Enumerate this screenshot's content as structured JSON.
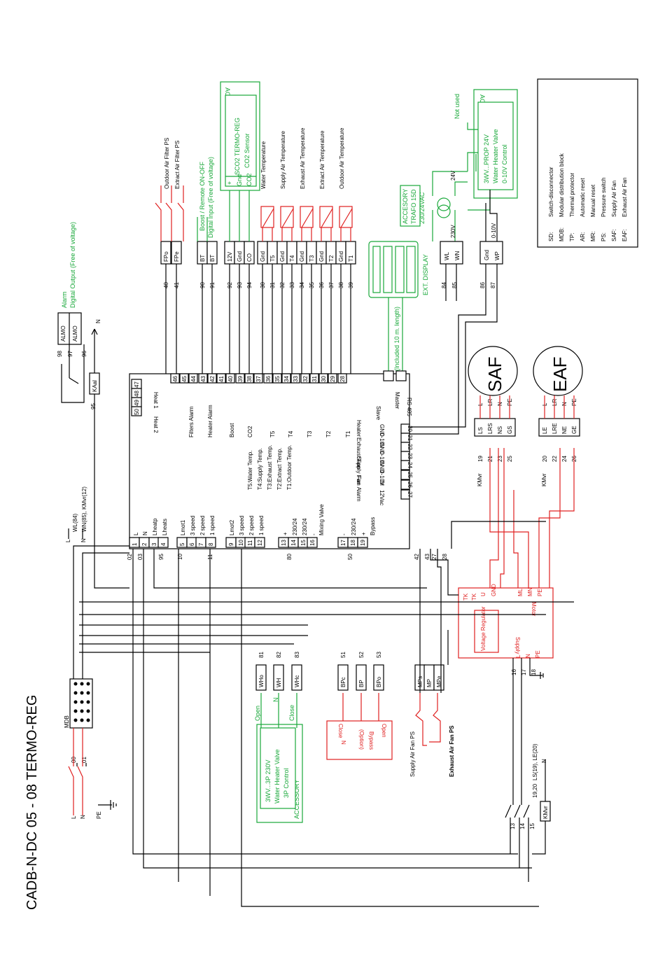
{
  "title": "CADB-N-DC 05 - 08 TERMO-REG",
  "legend": [
    {
      "abbr": "SD:",
      "desc": "Switch-disconnector"
    },
    {
      "abbr": "MDB:",
      "desc": "Modular distribution block"
    },
    {
      "abbr": "TP:",
      "desc": "Thermal protector"
    },
    {
      "abbr": "AR:",
      "desc": "Automatic reset"
    },
    {
      "abbr": "MR:",
      "desc": "Manual reset"
    },
    {
      "abbr": "PS:",
      "desc": "Pressure switch"
    },
    {
      "abbr": "SAF:",
      "desc": "Supply Air Fan"
    },
    {
      "abbr": "EAF:",
      "desc": "Exhaust Air Fan"
    }
  ],
  "fans": {
    "saf": "SAF",
    "eaf": "EAF"
  },
  "inputs": [
    {
      "term": "40",
      "pin": "FPo",
      "label": "Outdoor Air Filter PS"
    },
    {
      "term": "41",
      "pin": "FPe",
      "label": "Extract Air Filter PS"
    },
    {
      "term": "90",
      "pin": "BT",
      "label": ""
    },
    {
      "term": "91",
      "pin": "BT",
      "label": ""
    },
    {
      "term": "92",
      "pin": "12V",
      "label": ""
    },
    {
      "term": "93",
      "pin": "Gnd",
      "label": ""
    },
    {
      "term": "94",
      "pin": "CO",
      "label": ""
    },
    {
      "term": "30",
      "pin": "Gnd",
      "label": "Water Temperature"
    },
    {
      "term": "31",
      "pin": "T5",
      "label": ""
    },
    {
      "term": "32",
      "pin": "Gnd",
      "label": "Supply Air Temperature"
    },
    {
      "term": "33",
      "pin": "T4",
      "label": ""
    },
    {
      "term": "34",
      "pin": "Gnd",
      "label": "Exhaust Air Temperature"
    },
    {
      "term": "35",
      "pin": "T3",
      "label": ""
    },
    {
      "term": "36",
      "pin": "Gnd",
      "label": "Extract Air Temperature"
    },
    {
      "term": "37",
      "pin": "T2",
      "label": ""
    },
    {
      "term": "38",
      "pin": "Gnd",
      "label": "Outdoor Air Temperature"
    },
    {
      "term": "39",
      "pin": "T1",
      "label": ""
    }
  ],
  "boost_label": "Boost / Remote ON-OFF",
  "boost_sub": "Digital Input (Free of voltage)",
  "sco2": {
    "title": "SCO2 TERMO-REG",
    "sub": "CO2 Sensor",
    "accessory": "ACCESSORY",
    "pins": [
      "+",
      "Gnd",
      "CO2"
    ]
  },
  "alarm": {
    "label": "Alarm",
    "sub": "Digital Output (Free of voltage)",
    "pins": [
      "ALMO",
      "ALMO"
    ],
    "terms": [
      "98",
      "97",
      "96",
      "95"
    ],
    "kaal": "KAal"
  },
  "ext_display": {
    "label": "EXT. DISPLAY",
    "cable": "(Included 10 m. length)",
    "rs485": "RS 485",
    "slave": "Slave",
    "master": "Master"
  },
  "trafo": {
    "label": "TRAFO 15D",
    "sub": "230/24VAC",
    "accessory": "ACCESORY",
    "v24": "24V",
    "v230": "230V",
    "pins": [
      "WL",
      "WN"
    ],
    "terms": [
      "84",
      "85"
    ]
  },
  "valve_prop": {
    "title": "3WV...PROP 24V",
    "sub1": "Water Heater Valve",
    "sub2": "0-10V Control",
    "accessory": "ACCESSORY",
    "not_used": "Not used",
    "pins": [
      "Gnd",
      "WP"
    ],
    "terms": [
      "86",
      "87"
    ],
    "v010": "0-10V"
  },
  "controller": {
    "top_terms": [
      "46",
      "45",
      "44",
      "43",
      "42",
      "41",
      "40",
      "39",
      "38",
      "37",
      "36",
      "35",
      "34",
      "33",
      "32",
      "31",
      "30",
      "29",
      "28"
    ],
    "labels": [
      "Filters Alarm",
      "Heater Alarm",
      "Boost",
      "CO2",
      "T5",
      "T4",
      "T3",
      "T2",
      "T1"
    ],
    "temps": [
      "T5:Water Temp.",
      "T4:Supply Temp.",
      "T3:Exhaust Temp.",
      "T2:Extract Temp.",
      "T1:Outdoor Temp."
    ],
    "heat_terms": [
      "50",
      "49",
      "48",
      "47"
    ],
    "heat_labels": [
      "Heat 2",
      "Heat 1"
    ],
    "right_groups": [
      "Heater",
      "Exhaust Fan",
      "Supply Fan",
      "Fan Alarm"
    ],
    "right_pins": [
      "GND",
      "0-10V",
      "GND",
      "0-10V",
      "GND",
      "0-10V",
      "DI",
      "12Vac"
    ],
    "right_terms": [
      "27",
      "26",
      "25",
      "24",
      "23",
      "22",
      "21",
      "20"
    ],
    "bottom_pins": [
      "L",
      "N",
      "Lheatp",
      "Lheats",
      "Lmot1",
      "3 speed",
      "2 speed",
      "1 speed",
      "Lmot2",
      "3 speed",
      "2 speed",
      "1 speed",
      "+",
      "230/24",
      "230/24",
      "-",
      "Mixing Valve",
      "-",
      "230/24",
      "+",
      "Bypass"
    ],
    "bottom_terms": [
      "1",
      "2",
      "3",
      "4",
      "5",
      "6",
      "7",
      "8",
      "9",
      "10",
      "11",
      "12",
      "13",
      "14",
      "15",
      "16",
      "17",
      "18",
      "19"
    ],
    "wire_labels": [
      "02",
      "03",
      "95",
      "10",
      "11",
      "80",
      "50",
      "42",
      "43",
      "27",
      "28"
    ]
  },
  "power": {
    "lines": [
      "L",
      "N",
      "PE"
    ],
    "mdb": "MDB",
    "terms": [
      "00",
      "01"
    ],
    "wl": "WL(84)",
    "wn": "WN(85), KMvr(12)"
  },
  "saf_block": {
    "pins": [
      "LS",
      "LRS",
      "NS",
      "GS"
    ],
    "terms": [
      "19",
      "21",
      "23",
      "25"
    ],
    "fan_pins": [
      "L",
      "LR",
      "N",
      "PE"
    ],
    "kmvr": "KMvr"
  },
  "eaf_block": {
    "pins": [
      "LE",
      "LRE",
      "NE",
      "GE"
    ],
    "terms": [
      "20",
      "22",
      "24",
      "26"
    ],
    "fan_pins": [
      "L",
      "LR",
      "N",
      "PE"
    ],
    "kmvr": "KMvr"
  },
  "motor": {
    "title": "Motor",
    "top": [
      "TK",
      "TK"
    ],
    "io": [
      "U",
      "GND"
    ],
    "out": [
      "ML",
      "MN",
      "PE"
    ],
    "reg": "Voltage Regulator",
    "supply": "Supply",
    "in": [
      "L",
      "N",
      "PE"
    ],
    "terms": [
      "16",
      "17",
      "18"
    ]
  },
  "valve_3p": {
    "title": "3WV...3P 230V",
    "sub1": "Water Heater Valve",
    "sub2": "3P Control",
    "accessory": "ACCESSORY",
    "open": "Open",
    "n": "N",
    "close": "Close",
    "pins": [
      "WHo",
      "WH",
      "WHc"
    ],
    "terms": [
      "81",
      "82",
      "83"
    ]
  },
  "bypass": {
    "title": "Bypass",
    "sub": "(Option)",
    "pins": [
      "BPc",
      "BP",
      "BPo"
    ],
    "terms": [
      "51",
      "52",
      "53"
    ],
    "labels": [
      "Close",
      "N",
      "Open"
    ]
  },
  "ps": {
    "pins": [
      "MPs",
      "MP",
      "MPe"
    ],
    "supply": "Supply Air Fan PS",
    "exhaust": "Exhaust Air Fan PS"
  },
  "sd": {
    "terms": [
      "13",
      "14",
      "15"
    ],
    "ls": "LS(19), LE(20)",
    "n1920": "19,20",
    "kmvr": "KMvr",
    "n": "N"
  },
  "colors": {
    "red": "#e02020",
    "green": "#19a83a",
    "black": "#000000"
  }
}
